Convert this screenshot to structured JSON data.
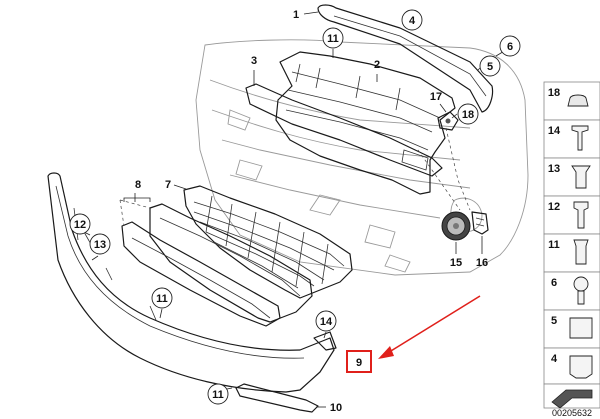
{
  "labels": {
    "p1": "1",
    "p2": "2",
    "p3": "3",
    "p4": "4",
    "p5": "5",
    "p6": "6",
    "p7": "7",
    "p8": "8",
    "p9": "9",
    "p10": "10",
    "p11a": "11",
    "p11b": "11",
    "p11c": "11",
    "p12": "12",
    "p13": "13",
    "p14": "14",
    "p15": "15",
    "p16": "16",
    "p17": "17",
    "p18": "18"
  },
  "sidebar": [
    "18",
    "14",
    "13",
    "12",
    "11",
    "6",
    "5",
    "4"
  ],
  "diagram_code": "00205632",
  "colors": {
    "highlight": "#e0201b",
    "line": "#1a1a1a",
    "ghost": "#9a9a9a"
  }
}
